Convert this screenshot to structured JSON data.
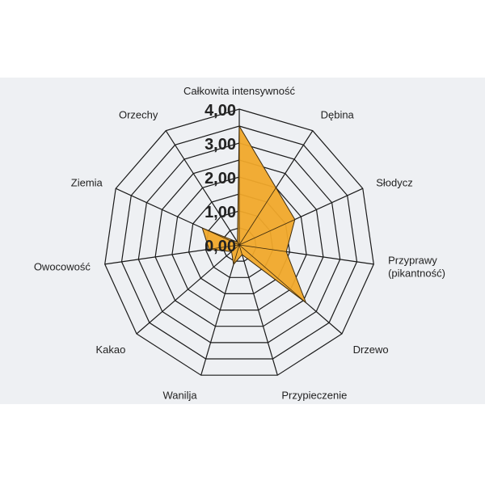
{
  "chart_data": {
    "type": "radar",
    "title": "",
    "axes": [
      [
        "Całkowita intensywność"
      ],
      [
        "Dębina"
      ],
      [
        "Słodycz"
      ],
      [
        "Przyprawy",
        "(pikantność)"
      ],
      [
        "Drzewo"
      ],
      [
        "Przypieczenie"
      ],
      [
        "Wanilja"
      ],
      [
        "Kakao"
      ],
      [
        "Owocowość"
      ],
      [
        "Ziemia"
      ],
      [
        "Orzechy"
      ]
    ],
    "rlim": [
      0,
      4
    ],
    "ticks": [
      "0,00",
      "1,00",
      "2,00",
      "3,00",
      "4,00"
    ],
    "grid_levels": 8,
    "series": [
      {
        "values": [
          3.5,
          2.0,
          1.8,
          1.4,
          2.6,
          0.3,
          0.6,
          0.3,
          0.9,
          1.2,
          0.1
        ]
      }
    ],
    "colors": {
      "fill": "#f0a82a",
      "stroke": "#3a2a10",
      "grid": "#1a1a1a",
      "background": "#eef0f3"
    }
  }
}
